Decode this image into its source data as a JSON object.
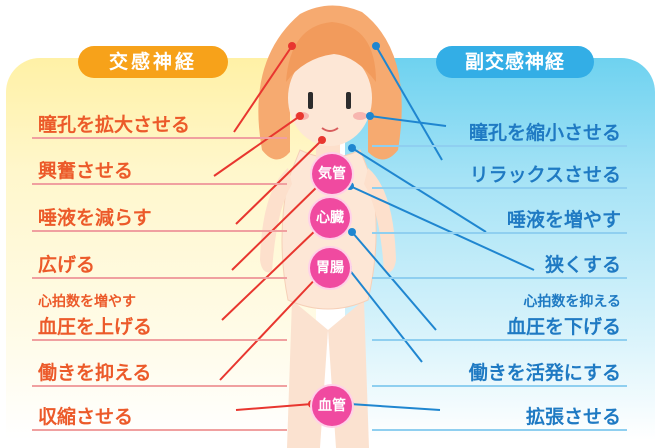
{
  "headers": {
    "left": "交感神経",
    "right": "副交感神経"
  },
  "sympathetic": {
    "items": [
      {
        "label": "瞳孔を拡大させる"
      },
      {
        "label": "興奮させる"
      },
      {
        "label": "唾液を減らす"
      },
      {
        "label": "広げる"
      },
      {
        "label_small": "心拍数を増やす",
        "label": "血圧を上げる"
      },
      {
        "label": "働きを抑える"
      },
      {
        "label": "収縮させる"
      }
    ]
  },
  "parasympathetic": {
    "items": [
      {
        "label": "瞳孔を縮小させる"
      },
      {
        "label": "リラックスさせる"
      },
      {
        "label": "唾液を増やす"
      },
      {
        "label": "狭くする"
      },
      {
        "label_small": "心拍数を抑える",
        "label": "血圧を下げる"
      },
      {
        "label": "働きを活発にする"
      },
      {
        "label": "拡張させる"
      }
    ]
  },
  "organs": {
    "trachea": "気管",
    "heart": "心臓",
    "stomach": "胃腸",
    "blood_vessel": "血管"
  },
  "colors": {
    "sympathetic": "#ec5a2a",
    "parasympathetic": "#1f7ac3",
    "organ": "#f04aa0",
    "sympathetic_header": "#f7a21a",
    "parasympathetic_header": "#33aee6"
  }
}
